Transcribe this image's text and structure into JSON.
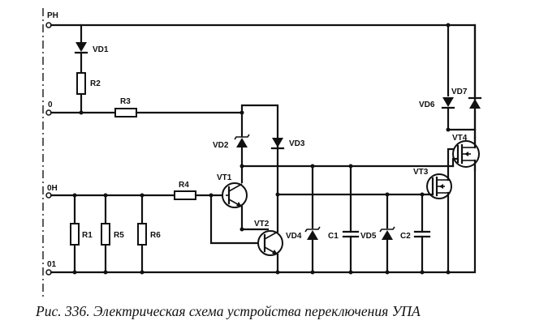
{
  "terminals": {
    "ph": "PH",
    "o": "0",
    "oh": "0H",
    "o1": "01"
  },
  "components": {
    "vd1": "VD1",
    "r2": "R2",
    "r3": "R3",
    "vd2": "VD2",
    "vd3": "VD3",
    "r4": "R4",
    "vt1": "VT1",
    "vt2": "VT2",
    "r1": "R1",
    "r5": "R5",
    "r6": "R6",
    "vd4": "VD4",
    "c1": "C1",
    "vd5": "VD5",
    "c2": "C2",
    "vt3": "VT3",
    "vt4": "VT4",
    "vd6": "VD6",
    "vd7": "VD7"
  },
  "caption": "Рис. 336. Электрическая схема устройства переключения УПА"
}
